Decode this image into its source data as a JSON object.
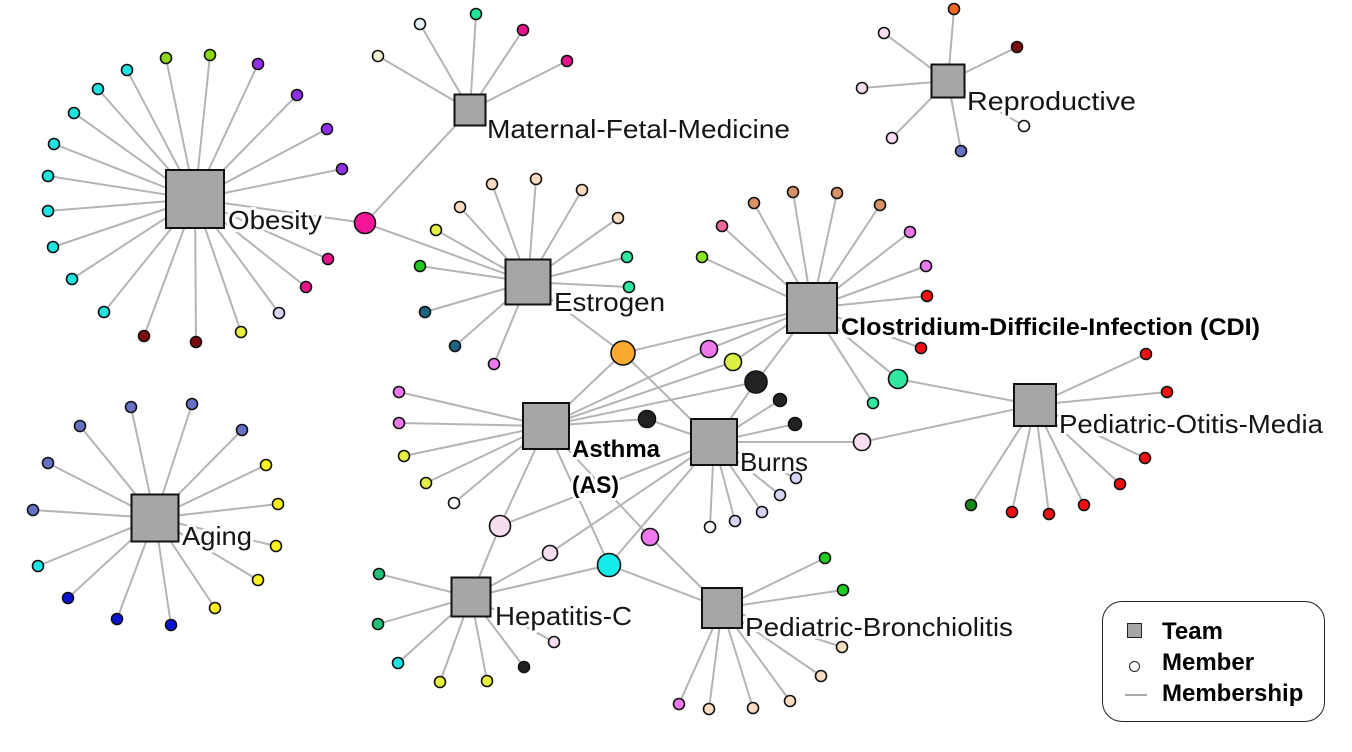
{
  "diagram": {
    "type": "network",
    "teams": [
      {
        "id": "obesity",
        "label_lines": [
          "Obesity"
        ]
      },
      {
        "id": "mfm",
        "label_lines": [
          "Maternal-Fetal-Medicine"
        ]
      },
      {
        "id": "reproductive",
        "label_lines": [
          "Reproductive"
        ]
      },
      {
        "id": "estrogen",
        "label_lines": [
          "Estrogen"
        ]
      },
      {
        "id": "cdi",
        "label_lines": [
          "Clostridium-Difficile-Infection  (CDI)"
        ]
      },
      {
        "id": "pom",
        "label_lines": [
          "Pediatric-Otitis-Media"
        ]
      },
      {
        "id": "asthma",
        "label_lines": [
          "Asthma",
          "(AS)"
        ]
      },
      {
        "id": "burns",
        "label_lines": [
          "Burns"
        ]
      },
      {
        "id": "aging",
        "label_lines": [
          "Aging"
        ]
      },
      {
        "id": "hepc",
        "label_lines": [
          "Hepatitis-C"
        ]
      },
      {
        "id": "pb",
        "label_lines": [
          "Pediatric-Bronchiolitis"
        ]
      }
    ],
    "members": [
      {
        "color": "#1ee3e3",
        "teams": [
          "obesity"
        ]
      },
      {
        "color": "#8ad816",
        "teams": [
          "obesity"
        ]
      },
      {
        "color": "#8ad816",
        "teams": [
          "obesity"
        ]
      },
      {
        "color": "#9030e8",
        "teams": [
          "obesity"
        ]
      },
      {
        "color": "#9030e8",
        "teams": [
          "obesity"
        ]
      },
      {
        "color": "#9030e8",
        "teams": [
          "obesity"
        ]
      },
      {
        "color": "#9030e8",
        "teams": [
          "obesity"
        ]
      },
      {
        "color": "#1ee3e3",
        "teams": [
          "obesity"
        ]
      },
      {
        "color": "#1ee3e3",
        "teams": [
          "obesity"
        ]
      },
      {
        "color": "#1ee3e3",
        "teams": [
          "obesity"
        ]
      },
      {
        "color": "#1ee3e3",
        "teams": [
          "obesity"
        ]
      },
      {
        "color": "#1ee3e3",
        "teams": [
          "obesity"
        ]
      },
      {
        "color": "#1ee3e3",
        "teams": [
          "obesity"
        ]
      },
      {
        "color": "#1ee3e3",
        "teams": [
          "obesity"
        ]
      },
      {
        "color": "#1ee3e3",
        "teams": [
          "obesity"
        ]
      },
      {
        "color": "#7a0a0a",
        "teams": [
          "obesity"
        ]
      },
      {
        "color": "#7a0a0a",
        "teams": [
          "obesity"
        ]
      },
      {
        "color": "#e6f040",
        "teams": [
          "obesity"
        ]
      },
      {
        "color": "#d6d6f2",
        "teams": [
          "obesity"
        ]
      },
      {
        "color": "#e8128a",
        "teams": [
          "obesity"
        ]
      },
      {
        "color": "#e8128a",
        "teams": [
          "obesity"
        ]
      },
      {
        "color": "#f5159a",
        "teams": [
          "obesity",
          "mfm",
          "estrogen"
        ]
      },
      {
        "color": "#f2f2d2",
        "teams": [
          "mfm"
        ]
      },
      {
        "color": "#e6f2fa",
        "teams": [
          "mfm"
        ]
      },
      {
        "color": "#20e69a",
        "teams": [
          "mfm"
        ]
      },
      {
        "color": "#e8128a",
        "teams": [
          "mfm"
        ]
      },
      {
        "color": "#e8128a",
        "teams": [
          "mfm"
        ]
      },
      {
        "color": "#f26a22",
        "teams": [
          "reproductive"
        ]
      },
      {
        "color": "#f8dcef",
        "teams": [
          "reproductive"
        ]
      },
      {
        "color": "#7a0a0a",
        "teams": [
          "reproductive"
        ]
      },
      {
        "color": "#f8dcef",
        "teams": [
          "reproductive"
        ]
      },
      {
        "color": "#f8dcef",
        "teams": [
          "reproductive"
        ]
      },
      {
        "color": "#6672c6",
        "teams": [
          "reproductive"
        ]
      },
      {
        "color": "#ffffff",
        "teams": [
          "reproductive"
        ]
      },
      {
        "color": "#fcdcc0",
        "teams": [
          "estrogen"
        ]
      },
      {
        "color": "#fcdcc0",
        "teams": [
          "estrogen"
        ]
      },
      {
        "color": "#fcdcc0",
        "teams": [
          "estrogen"
        ]
      },
      {
        "color": "#fcdcc0",
        "teams": [
          "estrogen"
        ]
      },
      {
        "color": "#fcdcc0",
        "teams": [
          "estrogen"
        ]
      },
      {
        "color": "#e6f040",
        "teams": [
          "estrogen"
        ]
      },
      {
        "color": "#20cc20",
        "teams": [
          "estrogen"
        ]
      },
      {
        "color": "#30e8a0",
        "teams": [
          "estrogen"
        ]
      },
      {
        "color": "#30e8a0",
        "teams": [
          "estrogen"
        ]
      },
      {
        "color": "#1a6480",
        "teams": [
          "estrogen"
        ]
      },
      {
        "color": "#1a6480",
        "teams": [
          "estrogen"
        ]
      },
      {
        "color": "#ee78ee",
        "teams": [
          "estrogen"
        ]
      },
      {
        "color": "#fbaa30",
        "teams": [
          "estrogen",
          "cdi",
          "asthma",
          "burns"
        ]
      },
      {
        "color": "#88e820",
        "teams": [
          "cdi"
        ]
      },
      {
        "color": "#ee6a9e",
        "teams": [
          "cdi"
        ]
      },
      {
        "color": "#d99166",
        "teams": [
          "cdi"
        ]
      },
      {
        "color": "#d99166",
        "teams": [
          "cdi"
        ]
      },
      {
        "color": "#d99166",
        "teams": [
          "cdi"
        ]
      },
      {
        "color": "#d99166",
        "teams": [
          "cdi"
        ]
      },
      {
        "color": "#ee78ee",
        "teams": [
          "cdi"
        ]
      },
      {
        "color": "#ee78ee",
        "teams": [
          "cdi"
        ]
      },
      {
        "color": "#ee1010",
        "teams": [
          "cdi"
        ]
      },
      {
        "color": "#ee1010",
        "teams": [
          "cdi"
        ]
      },
      {
        "color": "#30e8a0",
        "teams": [
          "cdi"
        ]
      },
      {
        "color": "#30e8a0",
        "teams": [
          "cdi",
          "pom"
        ]
      },
      {
        "color": "#ee78ee",
        "teams": [
          "cdi",
          "asthma"
        ]
      },
      {
        "color": "#dcef44",
        "teams": [
          "cdi",
          "asthma"
        ]
      },
      {
        "color": "#222222",
        "teams": [
          "cdi",
          "asthma",
          "burns"
        ]
      },
      {
        "color": "#ee1010",
        "teams": [
          "pom"
        ]
      },
      {
        "color": "#ee1010",
        "teams": [
          "pom"
        ]
      },
      {
        "color": "#ee1010",
        "teams": [
          "pom"
        ]
      },
      {
        "color": "#ee1010",
        "teams": [
          "pom"
        ]
      },
      {
        "color": "#ee1010",
        "teams": [
          "pom"
        ]
      },
      {
        "color": "#ee1010",
        "teams": [
          "pom"
        ]
      },
      {
        "color": "#ee1010",
        "teams": [
          "pom"
        ]
      },
      {
        "color": "#118a18",
        "teams": [
          "pom"
        ]
      },
      {
        "color": "#f8dcef",
        "teams": [
          "burns",
          "pom"
        ]
      },
      {
        "color": "#ee78ee",
        "teams": [
          "asthma"
        ]
      },
      {
        "color": "#ee78ee",
        "teams": [
          "asthma"
        ]
      },
      {
        "color": "#e6f040",
        "teams": [
          "asthma"
        ]
      },
      {
        "color": "#e6f040",
        "teams": [
          "asthma"
        ]
      },
      {
        "color": "#ffffff",
        "teams": [
          "asthma"
        ]
      },
      {
        "color": "#222222",
        "teams": [
          "asthma",
          "burns"
        ]
      },
      {
        "color": "#f8dcef",
        "teams": [
          "asthma",
          "burns",
          "hepc"
        ]
      },
      {
        "color": "#14ecec",
        "teams": [
          "asthma",
          "burns",
          "hepc",
          "pb"
        ]
      },
      {
        "color": "#ee78ee",
        "teams": [
          "asthma",
          "pb"
        ]
      },
      {
        "color": "#222222",
        "teams": [
          "burns"
        ]
      },
      {
        "color": "#222222",
        "teams": [
          "burns"
        ]
      },
      {
        "color": "#d6d6f2",
        "teams": [
          "burns"
        ]
      },
      {
        "color": "#d6d6f2",
        "teams": [
          "burns"
        ]
      },
      {
        "color": "#d6d6f2",
        "teams": [
          "burns"
        ]
      },
      {
        "color": "#d6d6f2",
        "teams": [
          "burns"
        ]
      },
      {
        "color": "#ffffff",
        "teams": [
          "burns"
        ]
      },
      {
        "color": "#f8dcef",
        "teams": [
          "burns",
          "hepc"
        ]
      },
      {
        "color": "#6672c6",
        "teams": [
          "aging"
        ]
      },
      {
        "color": "#6672c6",
        "teams": [
          "aging"
        ]
      },
      {
        "color": "#6672c6",
        "teams": [
          "aging"
        ]
      },
      {
        "color": "#6672c6",
        "teams": [
          "aging"
        ]
      },
      {
        "color": "#6672c6",
        "teams": [
          "aging"
        ]
      },
      {
        "color": "#6672c6",
        "teams": [
          "aging"
        ]
      },
      {
        "color": "#fff01e",
        "teams": [
          "aging"
        ]
      },
      {
        "color": "#fff01e",
        "teams": [
          "aging"
        ]
      },
      {
        "color": "#fff01e",
        "teams": [
          "aging"
        ]
      },
      {
        "color": "#fff01e",
        "teams": [
          "aging"
        ]
      },
      {
        "color": "#fff01e",
        "teams": [
          "aging"
        ]
      },
      {
        "color": "#0a14d8",
        "teams": [
          "aging"
        ]
      },
      {
        "color": "#0a14d8",
        "teams": [
          "aging"
        ]
      },
      {
        "color": "#0a14d8",
        "teams": [
          "aging"
        ]
      },
      {
        "color": "#1ee3e3",
        "teams": [
          "aging"
        ]
      },
      {
        "color": "#20c078",
        "teams": [
          "hepc"
        ]
      },
      {
        "color": "#20c078",
        "teams": [
          "hepc"
        ]
      },
      {
        "color": "#1ee3e3",
        "teams": [
          "hepc"
        ]
      },
      {
        "color": "#e6f040",
        "teams": [
          "hepc"
        ]
      },
      {
        "color": "#e6f040",
        "teams": [
          "hepc"
        ]
      },
      {
        "color": "#222222",
        "teams": [
          "hepc"
        ]
      },
      {
        "color": "#f8dcef",
        "teams": [
          "hepc"
        ]
      },
      {
        "color": "#20cc20",
        "teams": [
          "pb"
        ]
      },
      {
        "color": "#20cc20",
        "teams": [
          "pb"
        ]
      },
      {
        "color": "#fcdcc0",
        "teams": [
          "pb"
        ]
      },
      {
        "color": "#fcdcc0",
        "teams": [
          "pb"
        ]
      },
      {
        "color": "#fcdcc0",
        "teams": [
          "pb"
        ]
      },
      {
        "color": "#fcdcc0",
        "teams": [
          "pb"
        ]
      },
      {
        "color": "#fcdcc0",
        "teams": [
          "pb"
        ]
      },
      {
        "color": "#ee78ee",
        "teams": [
          "pb"
        ]
      }
    ]
  },
  "legend": {
    "items": [
      {
        "icon": "square-icon",
        "label": "Team"
      },
      {
        "icon": "circle-icon",
        "label": "Member"
      },
      {
        "icon": "line-icon",
        "label": "Membership"
      }
    ]
  },
  "colors": {
    "team_fill": "#a6a6a6",
    "edge": "#b4b4b4",
    "node_outline": "#111111"
  }
}
